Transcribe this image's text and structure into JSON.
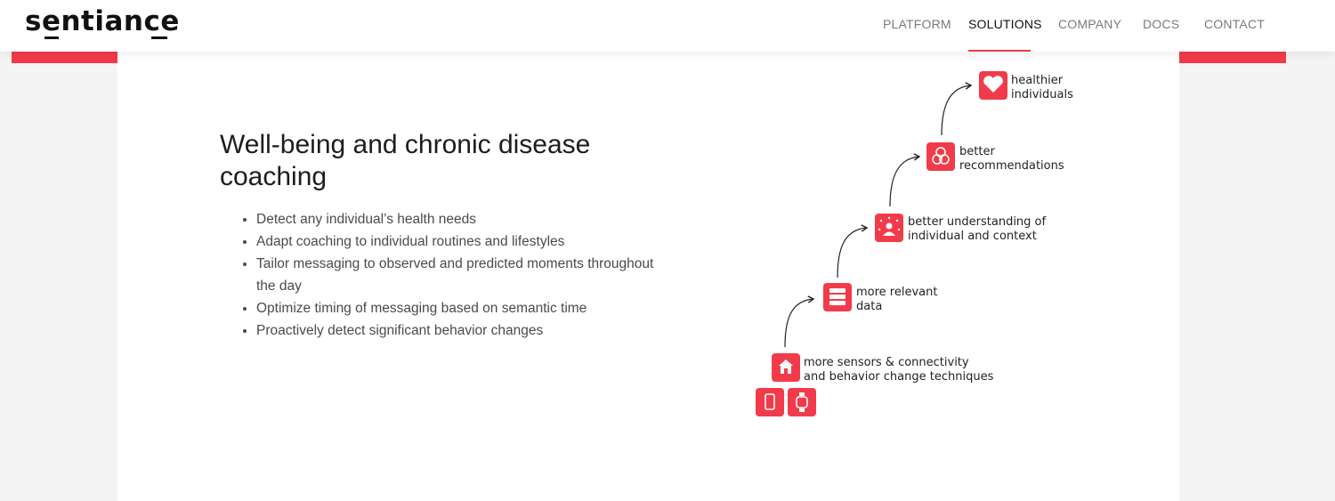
{
  "brand": {
    "name": "sentiance",
    "accent_color": "#f23b4a"
  },
  "nav": {
    "items": [
      {
        "label": "PLATFORM",
        "active": false
      },
      {
        "label": "SOLUTIONS",
        "active": true
      },
      {
        "label": "COMPANY",
        "active": false
      },
      {
        "label": "DOCS",
        "active": false
      },
      {
        "label": "CONTACT",
        "active": false
      }
    ]
  },
  "section": {
    "title": "Well-being and chronic disease coaching",
    "bullets": [
      "Detect any individual’s health needs",
      "Adapt coaching to individual routines and lifestyles",
      "Tailor messaging to observed and predicted moments throughout the day",
      "Optimize timing of messaging based on semantic time",
      "Proactively detect significant behavior changes"
    ]
  },
  "diagram": {
    "steps": [
      {
        "icon": "heart-icon",
        "line1": "healthier",
        "line2": "individuals"
      },
      {
        "icon": "overlap-circles-icon",
        "line1": "better",
        "line2": "recommendations"
      },
      {
        "icon": "person-context-icon",
        "line1": "better understanding of",
        "line2": "individual and context"
      },
      {
        "icon": "data-stack-icon",
        "line1": "more relevant",
        "line2": "data"
      },
      {
        "icon": "home-icon",
        "line1": "more sensors & connectivity",
        "line2": "and behavior change techniques"
      }
    ],
    "device_icons": [
      "phone-icon",
      "watch-icon"
    ]
  }
}
